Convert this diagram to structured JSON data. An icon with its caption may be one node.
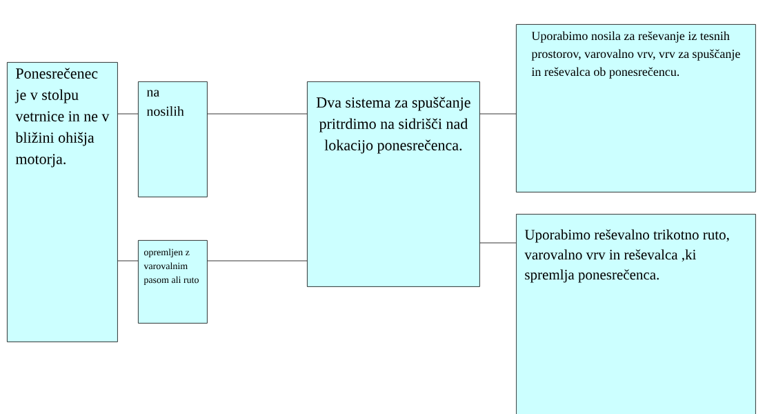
{
  "diagram": {
    "nodes": [
      {
        "text": [
          "Ponesrečenec je v stolpu vetrnice in ne v bližini ohišja motorja."
        ]
      },
      {
        "text": [
          "na nosilih"
        ]
      },
      {
        "text": [
          "opremljen z varovalnim pasom ali ruto"
        ]
      },
      {
        "text": [
          "Dva sistema za spuščanje pritrdimo na sidrišči nad lokacijo ponesrečenca."
        ]
      },
      {
        "text": [
          "Uporabimo nosila za reševanje iz tesnih prostorov, varovalno vrv, vrv za spuščanje in reševalca ob ponesrečencu."
        ]
      },
      {
        "text": [
          "Uporabimo reševalno trikotno ruto, varovalno vrv in reševalca ,ki spremlja ponesrečenca."
        ]
      }
    ],
    "edges": [
      {
        "from": 0,
        "to": 1,
        "arrow": "none"
      },
      {
        "from": 0,
        "to": 2,
        "arrow": "none"
      },
      {
        "from": 1,
        "to": 3,
        "arrow": "none"
      },
      {
        "from": 2,
        "to": 3,
        "arrow": "none"
      },
      {
        "from": 3,
        "to": 4,
        "arrow": "none"
      },
      {
        "from": 3,
        "to": 5,
        "arrow": "none"
      }
    ]
  }
}
